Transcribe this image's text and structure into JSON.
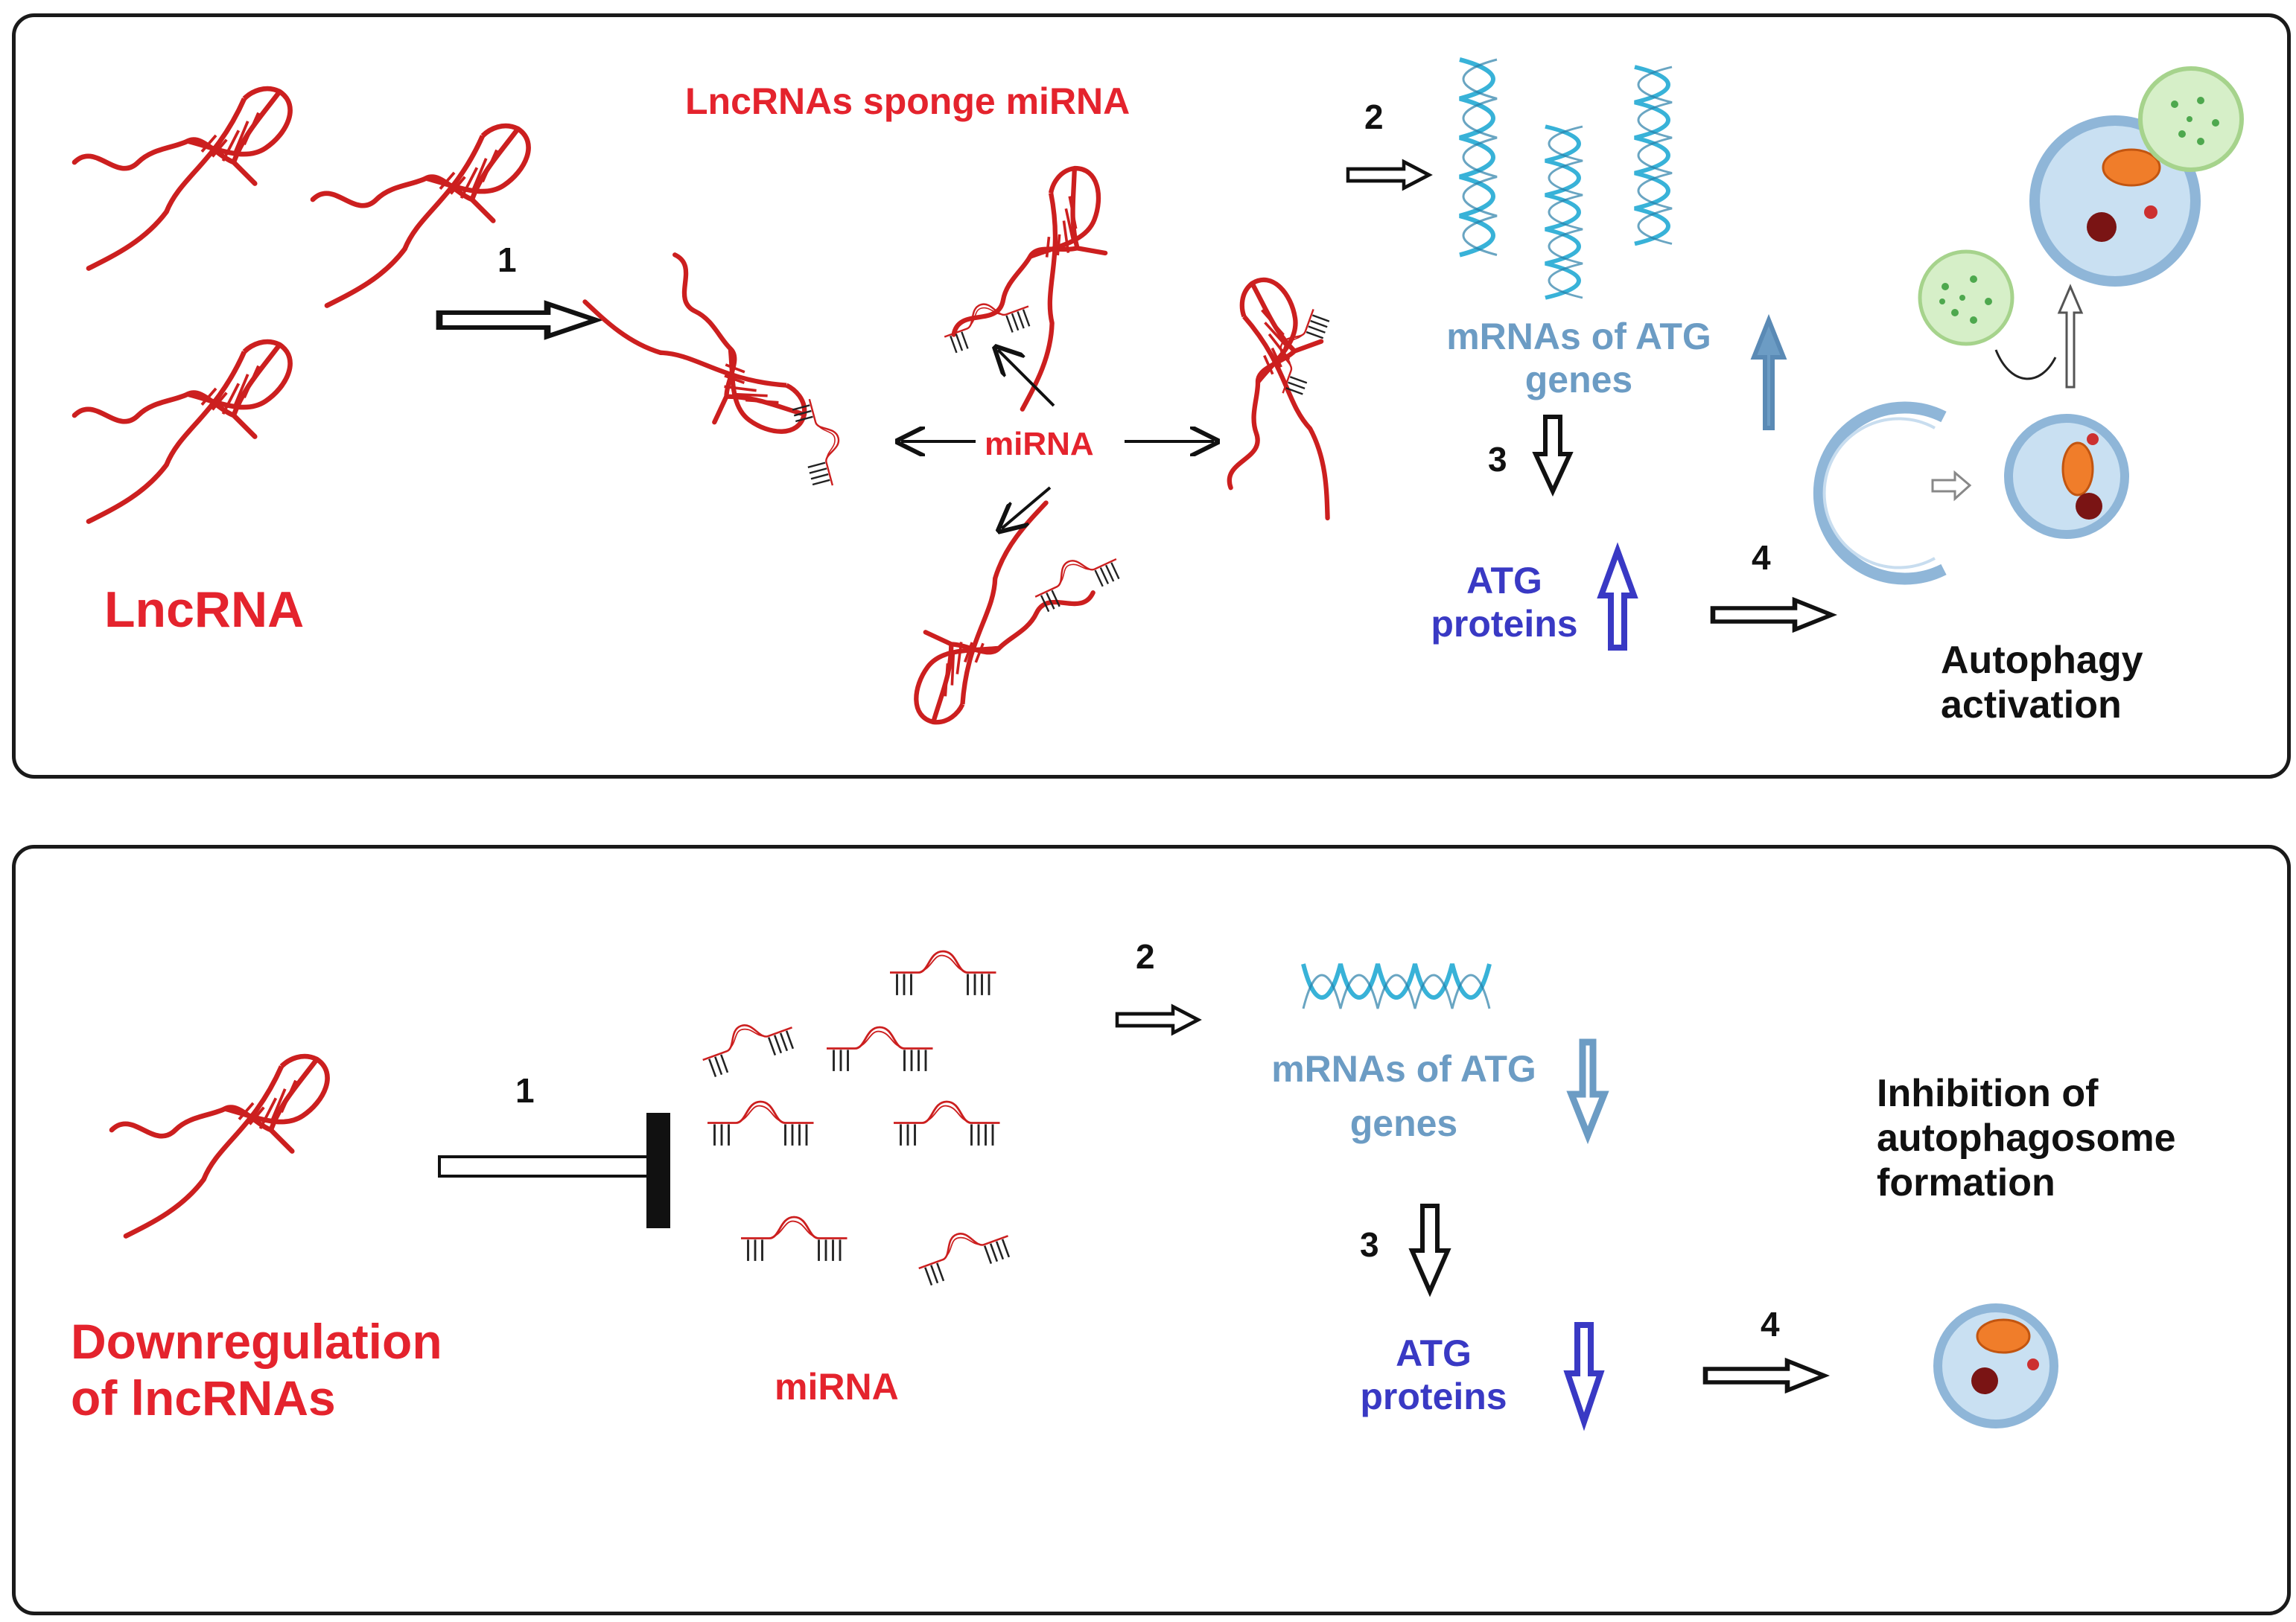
{
  "top_panel": {
    "lncrna_label": "LncRNA",
    "sponge_title": "LncRNAs sponge miRNA",
    "mirna_label": "miRNA",
    "step1": "1",
    "step2": "2",
    "step3": "3",
    "step4": "4",
    "mrna_label_line1": "mRNAs of ATG",
    "mrna_label_line2": "genes",
    "atg_label_line1": "ATG",
    "atg_label_line2": "proteins",
    "outcome_line1": "Autophagy",
    "outcome_line2": "activation"
  },
  "bottom_panel": {
    "downreg_line1": "Downregulation",
    "downreg_line2": "of lncRNAs",
    "mirna_label": "miRNA",
    "step1": "1",
    "step2": "2",
    "step3": "3",
    "step4": "4",
    "mrna_label_line1": "mRNAs of ATG",
    "mrna_label_line2": "genes",
    "atg_label_line1": "ATG",
    "atg_label_line2": "proteins",
    "outcome_line1": "Inhibition of",
    "outcome_line2": "autophagosome",
    "outcome_line3": "formation"
  },
  "colors": {
    "lncrna_red": "#cc1f1f",
    "label_red": "#e4232d",
    "mrna_blue": "#6c9cc4",
    "protein_blue": "#3939c4",
    "vesicle_blue": "#8fb6d8"
  }
}
